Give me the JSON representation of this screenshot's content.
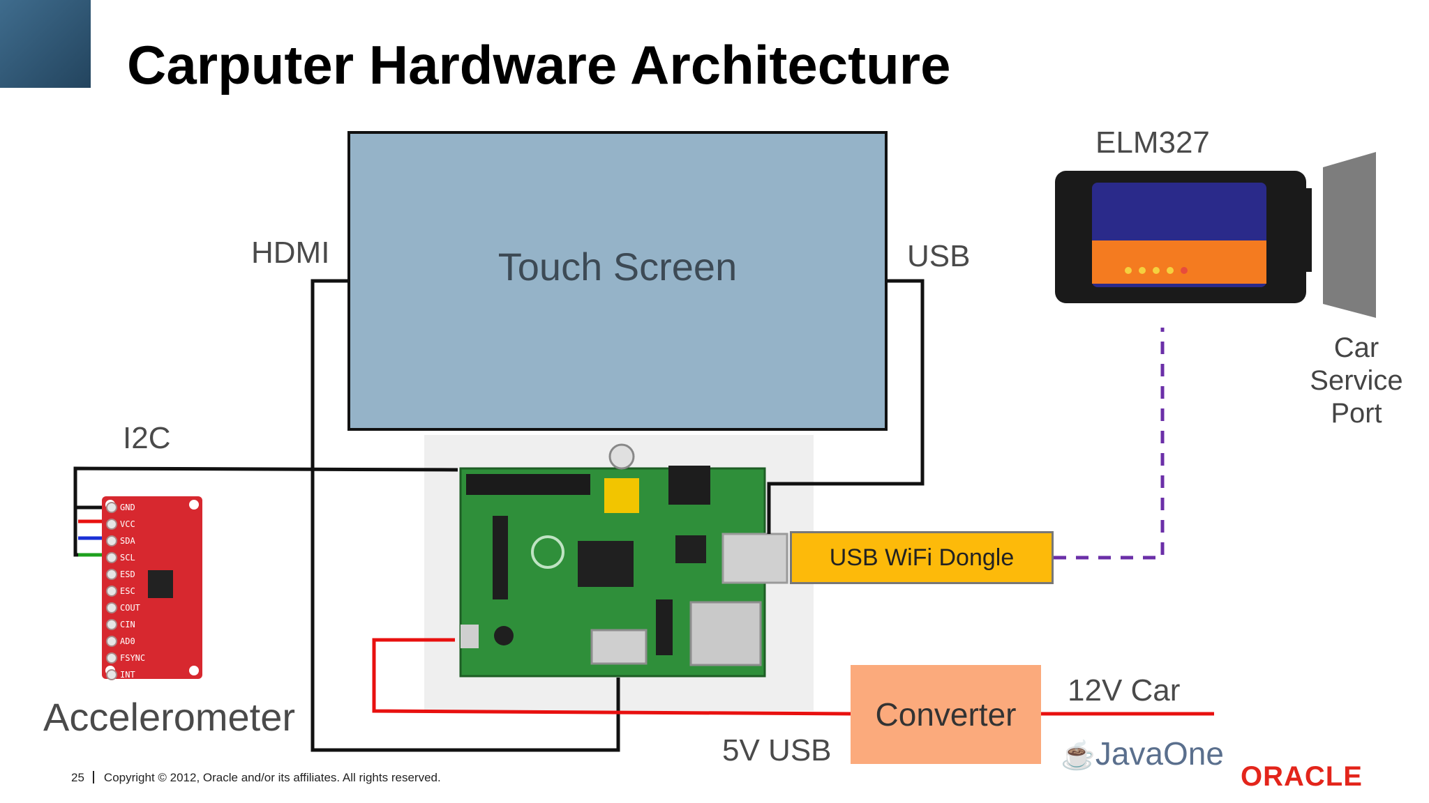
{
  "slide": {
    "title": "Carputer Hardware Architecture",
    "page_number": "25",
    "copyright": "Copyright © 2012, Oracle and/or its affiliates. All rights reserved."
  },
  "diagram": {
    "touch_screen": "Touch Screen",
    "hdmi_label": "HDMI",
    "usb_label": "USB",
    "i2c_label": "I2C",
    "accelerometer_label": "Accelerometer",
    "wifi_dongle": "USB WiFi Dongle",
    "elm_label": "ELM327",
    "car_port_lines": [
      "Car",
      "Service",
      "Port"
    ],
    "converter": "Converter",
    "car_power_label": "12V Car",
    "usb5v_label": "5V USB",
    "accel_pins": [
      "GND",
      "VCC",
      "SDA",
      "SCL",
      "ESD",
      "ESC",
      "COUT",
      "CIN",
      "AD0",
      "FSYNC",
      "INT"
    ]
  },
  "logos": {
    "java": "JavaOne",
    "oracle": "ORACLE"
  },
  "colors": {
    "corner": "#2f5877",
    "touch_screen": "#95b3c8",
    "dongle": "#fdba0a",
    "converter": "#fbaa7c",
    "power_wire": "#e8100f",
    "wireless_link": "#6b2fa8",
    "oracle_red": "#e3251b"
  }
}
